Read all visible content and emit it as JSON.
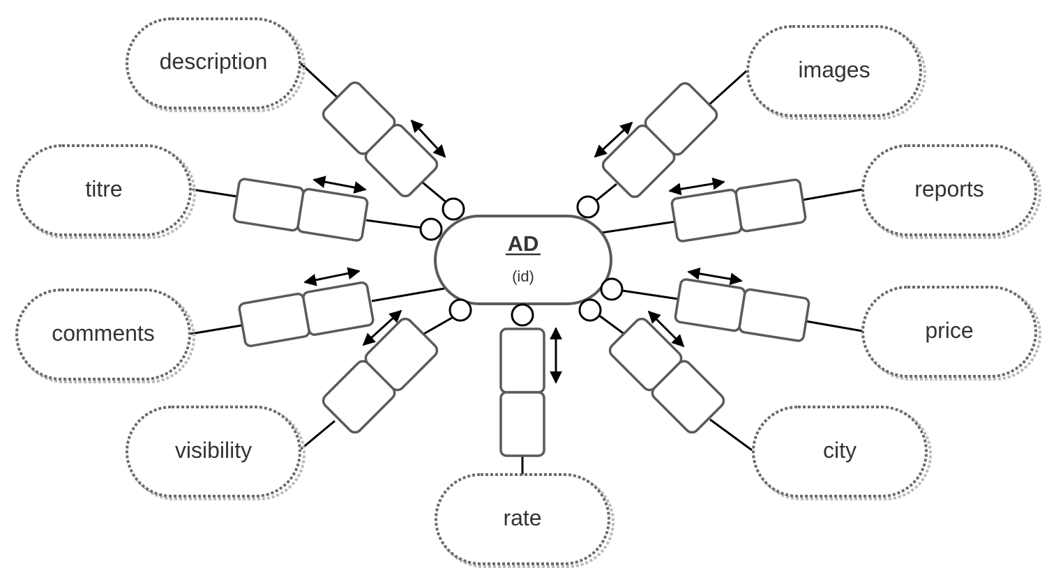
{
  "entity": {
    "name": "AD",
    "key": "(id)"
  },
  "attributes": [
    {
      "id": "description",
      "label": "description"
    },
    {
      "id": "titre",
      "label": "titre"
    },
    {
      "id": "comments",
      "label": "comments"
    },
    {
      "id": "visibility",
      "label": "visibility"
    },
    {
      "id": "rate",
      "label": "rate"
    },
    {
      "id": "images",
      "label": "images"
    },
    {
      "id": "reports",
      "label": "reports"
    },
    {
      "id": "price",
      "label": "price"
    },
    {
      "id": "city",
      "label": "city"
    }
  ]
}
